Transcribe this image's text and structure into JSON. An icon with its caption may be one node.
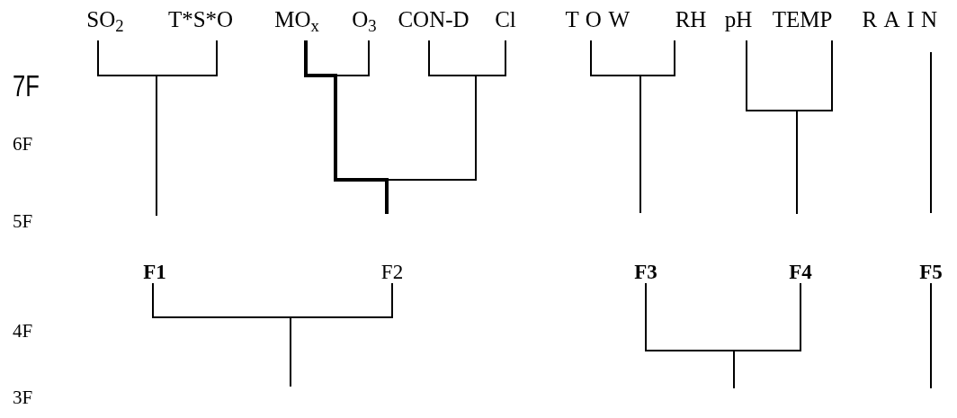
{
  "diagram": {
    "nodes": [
      {
        "text": [
          "SO$_{2}$"
        ]
      },
      {
        "text": [
          "T*S*O"
        ]
      },
      {
        "text": [
          "MO$_{x}$"
        ]
      },
      {
        "text": [
          "O$_{3}$"
        ]
      },
      {
        "text": [
          "CON-D"
        ]
      },
      {
        "text": [
          "Cl"
        ]
      },
      {
        "text": [
          "TOW"
        ]
      },
      {
        "text": [
          "RH"
        ]
      },
      {
        "text": [
          "pH"
        ]
      },
      {
        "text": [
          "TEMP"
        ]
      },
      {
        "text": [
          "RAIN"
        ]
      },
      {
        "text": [
          "F1"
        ]
      },
      {
        "text": [
          "F2"
        ]
      },
      {
        "text": [
          "F3"
        ]
      },
      {
        "text": [
          "F4"
        ]
      },
      {
        "text": [
          "F5"
        ]
      }
    ],
    "edges": [
      {
        "from": 0,
        "to": null,
        "arrow": "none"
      },
      {
        "from": 1,
        "to": null,
        "arrow": "none"
      },
      {
        "from": 2,
        "to": null,
        "arrow": "none",
        "style": "thick"
      },
      {
        "from": 3,
        "to": null,
        "arrow": "none"
      },
      {
        "from": 4,
        "to": null,
        "arrow": "none"
      },
      {
        "from": 5,
        "to": null,
        "arrow": "none"
      },
      {
        "from": 6,
        "to": null,
        "arrow": "none"
      },
      {
        "from": 7,
        "to": null,
        "arrow": "none"
      },
      {
        "from": 8,
        "to": null,
        "arrow": "none"
      },
      {
        "from": 9,
        "to": null,
        "arrow": "none"
      },
      {
        "from": 10,
        "to": null,
        "arrow": "none"
      },
      {
        "from": 11,
        "to": null,
        "arrow": "none"
      },
      {
        "from": 12,
        "to": null,
        "arrow": "none"
      },
      {
        "from": 13,
        "to": null,
        "arrow": "none"
      },
      {
        "from": 14,
        "to": null,
        "arrow": "none"
      },
      {
        "from": 15,
        "to": null,
        "arrow": "none"
      }
    ],
    "labels": [
      "7F",
      "6F",
      "5F",
      "4F",
      "3F"
    ]
  }
}
